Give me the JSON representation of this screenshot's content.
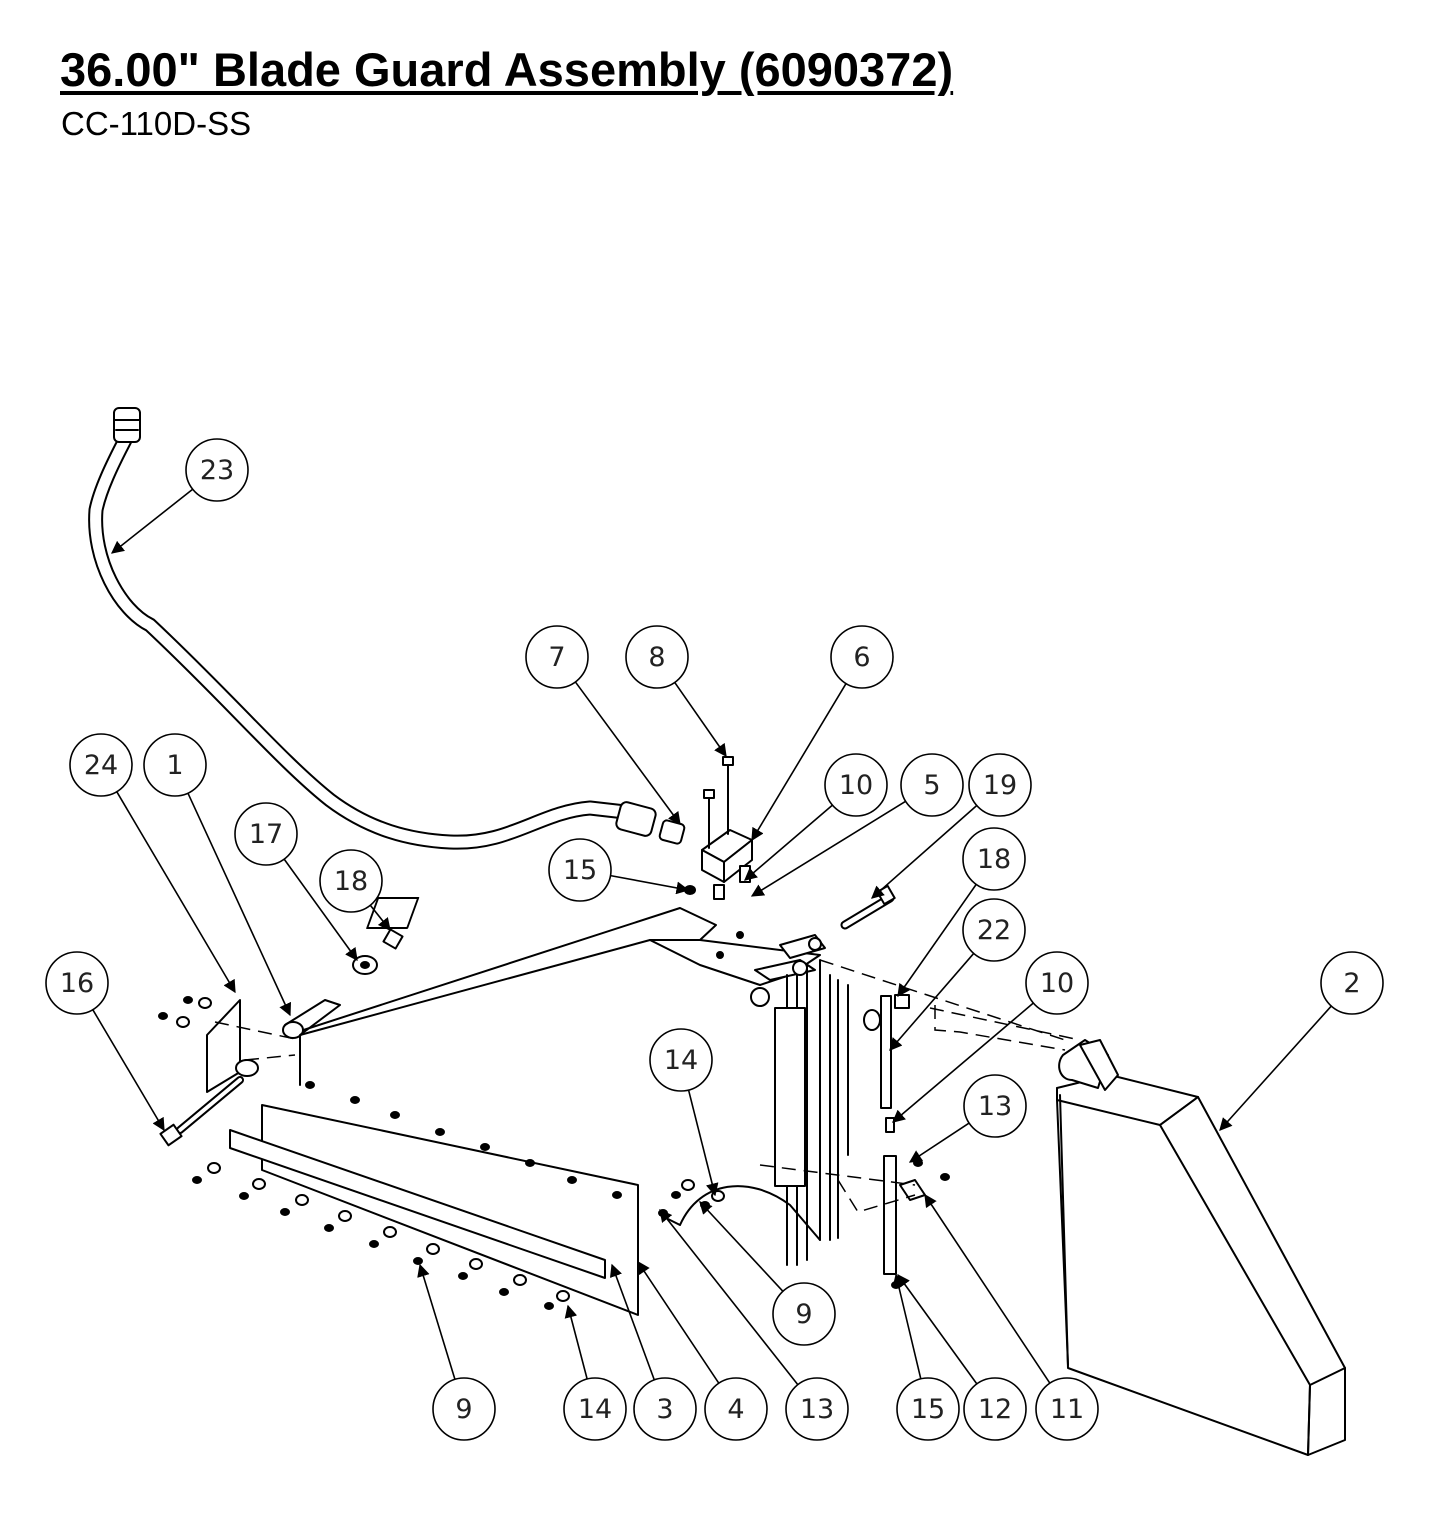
{
  "header": {
    "title": "36.00\" Blade Guard Assembly (6090372)",
    "subtitle": "CC-110D-SS"
  },
  "callouts": [
    {
      "label": "23"
    },
    {
      "label": "7"
    },
    {
      "label": "8"
    },
    {
      "label": "6"
    },
    {
      "label": "24"
    },
    {
      "label": "1"
    },
    {
      "label": "10"
    },
    {
      "label": "5"
    },
    {
      "label": "19"
    },
    {
      "label": "17"
    },
    {
      "label": "18"
    },
    {
      "label": "15"
    },
    {
      "label": "18"
    },
    {
      "label": "22"
    },
    {
      "label": "16"
    },
    {
      "label": "10"
    },
    {
      "label": "2"
    },
    {
      "label": "14"
    },
    {
      "label": "13"
    },
    {
      "label": "9"
    },
    {
      "label": "9"
    },
    {
      "label": "14"
    },
    {
      "label": "3"
    },
    {
      "label": "4"
    },
    {
      "label": "13"
    },
    {
      "label": "15"
    },
    {
      "label": "12"
    },
    {
      "label": "11"
    }
  ]
}
